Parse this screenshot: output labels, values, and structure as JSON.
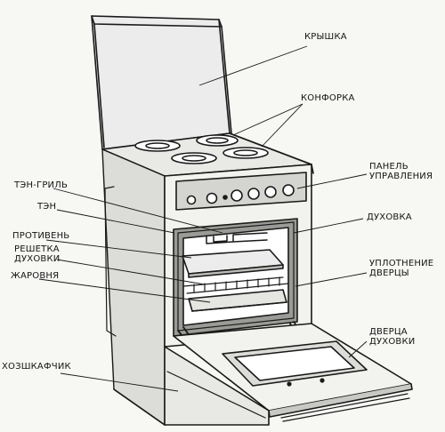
{
  "labels": {
    "lid": "КРЫШКА",
    "burner": "КОНФОРКА",
    "control_panel": [
      "ПАНЕЛЬ",
      "УПРАВЛЕНИЯ"
    ],
    "grill_element": "ТЭН-ГРИЛЬ",
    "heating_element": "ТЭН",
    "oven": "ДУХОВКА",
    "baking_tray": "ПРОТИВЕНЬ",
    "oven_rack": [
      "РЕШЕТКА",
      "ДУХОВКИ"
    ],
    "door_seal": [
      "УПЛОТНЕНИЕ",
      "ДВЕРЦЫ"
    ],
    "roasting_pan": "ЖАРОВНЯ",
    "oven_door": [
      "ДВЕРЦА",
      "ДУХОВКИ"
    ],
    "storage_drawer": "ХОЗШКАФЧИК"
  },
  "colors": {
    "ink": "#1a1a1a",
    "paper": "#f7f7f4",
    "shade": "#cfcfcf",
    "light": "#ececec"
  }
}
